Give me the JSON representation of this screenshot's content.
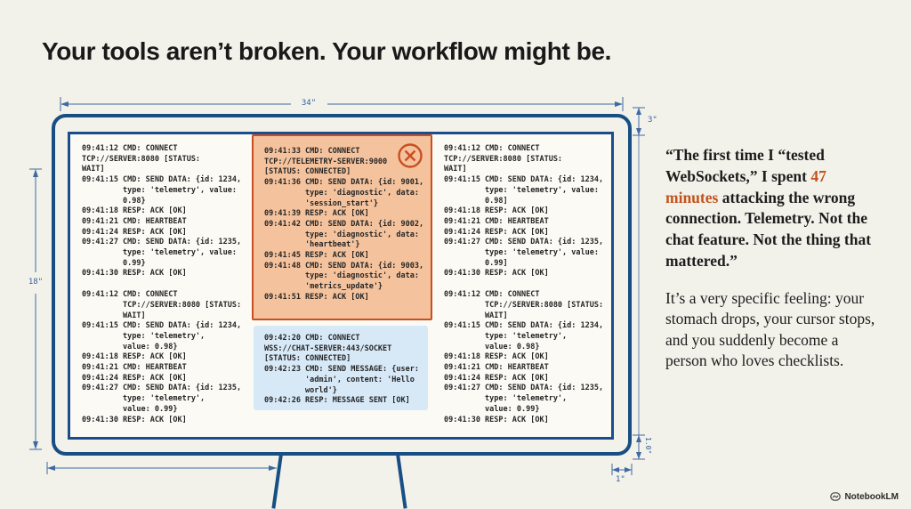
{
  "title": "Your tools aren’t broken. Your workflow might be.",
  "diagram": {
    "width_label": "34\"",
    "height_label": "18\"",
    "bezel_top_label": "3\"",
    "bezel_bottom_label": "1.0\"",
    "corner_label": "1\""
  },
  "screen": {
    "left_column": {
      "block_a": "09:41:12 CMD: CONNECT\nTCP://SERVER:8080 [STATUS:\nWAIT]\n09:41:15 CMD: SEND DATA: {id: 1234,\n         type: 'telemetry', value:\n         0.98}\n09:41:18 RESP: ACK [OK]\n09:41:21 CMD: HEARTBEAT\n09:41:24 RESP: ACK [OK]\n09:41:27 CMD: SEND DATA: {id: 1235,\n         type: 'telemetry', value:\n         0.99}\n09:41:30 RESP: ACK [OK]",
      "block_b": "09:41:12 CMD: CONNECT\n         TCP://SERVER:8080 [STATUS:\n         WAIT]\n09:41:15 CMD: SEND DATA: {id: 1234,\n         type: 'telemetry',\n         value: 0.98}\n09:41:18 RESP: ACK [OK]\n09:41:21 CMD: HEARTBEAT\n09:41:24 RESP: ACK [OK]\n09:41:27 CMD: SEND DATA: {id: 1235,\n         type: 'telemetry',\n         value: 0.99}\n09:41:30 RESP: ACK [OK]"
    },
    "middle_column": {
      "telemetry_log": "09:41:33 CMD: CONNECT\nTCP://TELEMETRY-SERVER:9000\n[STATUS: CONNECTED]\n09:41:36 CMD: SEND DATA: {id: 9001,\n         type: 'diagnostic', data:\n         'session_start'}\n09:41:39 RESP: ACK [OK]\n09:41:42 CMD: SEND DATA: {id: 9002,\n         type: 'diagnostic', data:\n         'heartbeat'}\n09:41:45 RESP: ACK [OK]\n09:41:48 CMD: SEND DATA: {id: 9003,\n         type: 'diagnostic', data:\n         'metrics_update'}\n09:41:51 RESP: ACK [OK]",
      "chat_log": "09:42:20 CMD: CONNECT\nWSS://CHAT-SERVER:443/SOCKET\n[STATUS: CONNECTED]\n09:42:23 CMD: SEND MESSAGE: {user:\n         'admin', content: 'Hello\n         world'}\n09:42:26 RESP: MESSAGE SENT [OK]"
    },
    "right_column": {
      "block_a": "09:41:12 CMD: CONNECT\nTCP://SERVER:8080 [STATUS:\nWAIT]\n09:41:15 CMD: SEND DATA: {id: 1234,\n         type: 'telemetry', value:\n         0.98]\n09:41:18 RESP: ACK [OK]\n09:41:21 CMD: HEARTBEAT\n09:41:24 RESP: ACK [OK]\n09:41:27 CMD: SEND DATA: {id: 1235,\n         type: 'telemetry', value:\n         0.99]\n09:41:30 RESP: ACK [OK]",
      "block_b": "09:41:12 CMD: CONNECT\n         TCP://SERVER:8080 [STATUS:\n         WAIT]\n09:41:15 CMD: SEND DATA: {id: 1234,\n         type: 'telemetry',\n         value: 0.98}\n09:41:18 RESP: ACK [OK]\n09:41:21 CMD: HEARTBEAT\n09:41:24 RESP: ACK [OK]\n09:41:27 CMD: SEND DATA: {id: 1235,\n         type: 'telemetry',\n         value: 0.99}\n09:41:30 RESP: ACK [OK]"
    }
  },
  "quote": {
    "before": "“The first time I “tested WebSockets,” I spent ",
    "highlight": "47 minutes",
    "after": " attacking the wrong connection. Telemetry. Not the chat feature. Not the thing that mattered.”",
    "body": "It’s a very specific feeling: your stomach drops, your cursor stops, and you suddenly become a person who loves checklists."
  },
  "footer": {
    "brand": "NotebookLM"
  },
  "colors": {
    "background": "#f2f1ea",
    "monitor_frame": "#174e84",
    "dimension_blue": "#3e69a3",
    "error_panel_bg": "#f4c29c",
    "error_panel_border": "#c94e22",
    "chat_panel_bg": "#d7e8f7",
    "highlight_orange": "#c2531d"
  }
}
